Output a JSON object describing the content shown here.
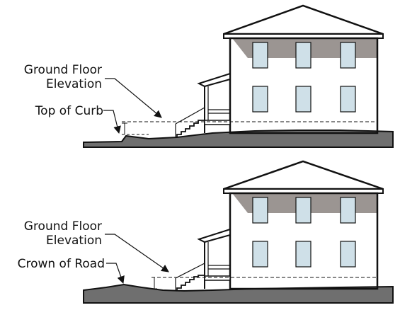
{
  "panels": [
    {
      "label_line1": "Ground Floor",
      "label_line2": "Elevation",
      "reference_label": "Top of Curb"
    },
    {
      "label_line1": "Ground Floor",
      "label_line2": "Elevation",
      "reference_label": "Crown of Road"
    }
  ],
  "colors": {
    "ground": "#6f6f6f",
    "roof_shadow": "#9b9592",
    "window": "#cfe0e8",
    "line": "#111111"
  }
}
